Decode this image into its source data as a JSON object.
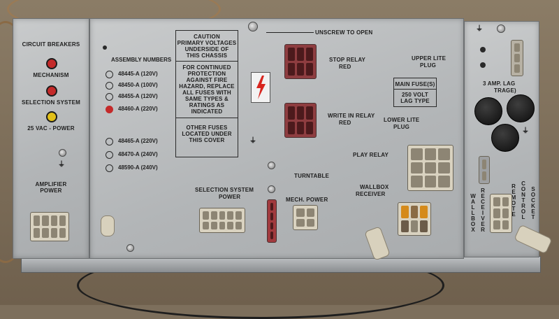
{
  "left_panel": {
    "circuit_breakers": "CIRCUIT BREAKERS",
    "mechanism": "MECHANISM",
    "selection_system": "SELECTION SYSTEM",
    "vac_power": "25 VAC - POWER",
    "amplifier_power_1": "AMPLIFIER",
    "amplifier_power_2": "POWER"
  },
  "center_panel": {
    "assembly_numbers": "ASSEMBLY NUMBERS",
    "assemblies": [
      {
        "num": "48445-A",
        "volt": "(120V)"
      },
      {
        "num": "48450-A",
        "volt": "(100V)"
      },
      {
        "num": "48455-A",
        "volt": "(120V)"
      },
      {
        "num": "48460-A",
        "volt": "(220V)"
      },
      {
        "num": "48465-A",
        "volt": "(220V)"
      },
      {
        "num": "48470-A",
        "volt": "(240V)"
      },
      {
        "num": "48590-A",
        "volt": "(240V)"
      }
    ],
    "caution": [
      "CAUTION",
      "PRIMARY VOLTAGES",
      "UNDERSIDE OF",
      "THIS CHASSIS"
    ],
    "protection": [
      "FOR CONTINUED",
      "PROTECTION",
      "AGAINST FIRE",
      "HAZARD, REPLACE",
      "ALL FUSES WITH",
      "SAME TYPES &",
      "RATINGS AS",
      "INDICATED"
    ],
    "other_fuses": [
      "OTHER FUSES",
      "LOCATED UNDER",
      "THIS COVER"
    ],
    "unscrew": "UNSCREW TO OPEN",
    "stop_relay": [
      "STOP RELAY",
      "RED"
    ],
    "write_in_relay": [
      "WRITE IN RELAY",
      "RED"
    ],
    "upper_lite": [
      "UPPER LITE",
      "PLUG"
    ],
    "main_fuses": [
      "MAIN FUSE(S)",
      "250 VOLT",
      "LAG TYPE"
    ],
    "lower_lite": [
      "LOWER LITE",
      "PLUG"
    ],
    "play_relay": "PLAY RELAY",
    "turntable": "TURNTABLE",
    "mech_power": "MECH. POWER",
    "selection_power": [
      "SELECTION SYSTEM",
      "POWER"
    ],
    "wallbox_receiver": [
      "WALLBOX",
      "RECEIVER"
    ]
  },
  "right_panel": {
    "amp_lag": [
      "3 AMP. LAG",
      "TRAGE)"
    ],
    "wallbox_vertical": "W\nA\nL\nL\nB\nO\nX",
    "receiver_vertical": "R\nE\nC\nE\nI\nV\nE\nR",
    "remote_vertical": "R\nE\nM\nO\nT\nE",
    "control_vertical": "C\nO\nN\nT\nR\nO\nL",
    "socket_vertical": "S\nO\nC\nK\nE\nT"
  },
  "colors": {
    "breaker_mechanism": "#c42a2a",
    "breaker_selection": "#e2c018",
    "breaker_power": "#c42a2a",
    "relay_red": "#8e3d40",
    "connector_cream": "#d9d2c0"
  }
}
